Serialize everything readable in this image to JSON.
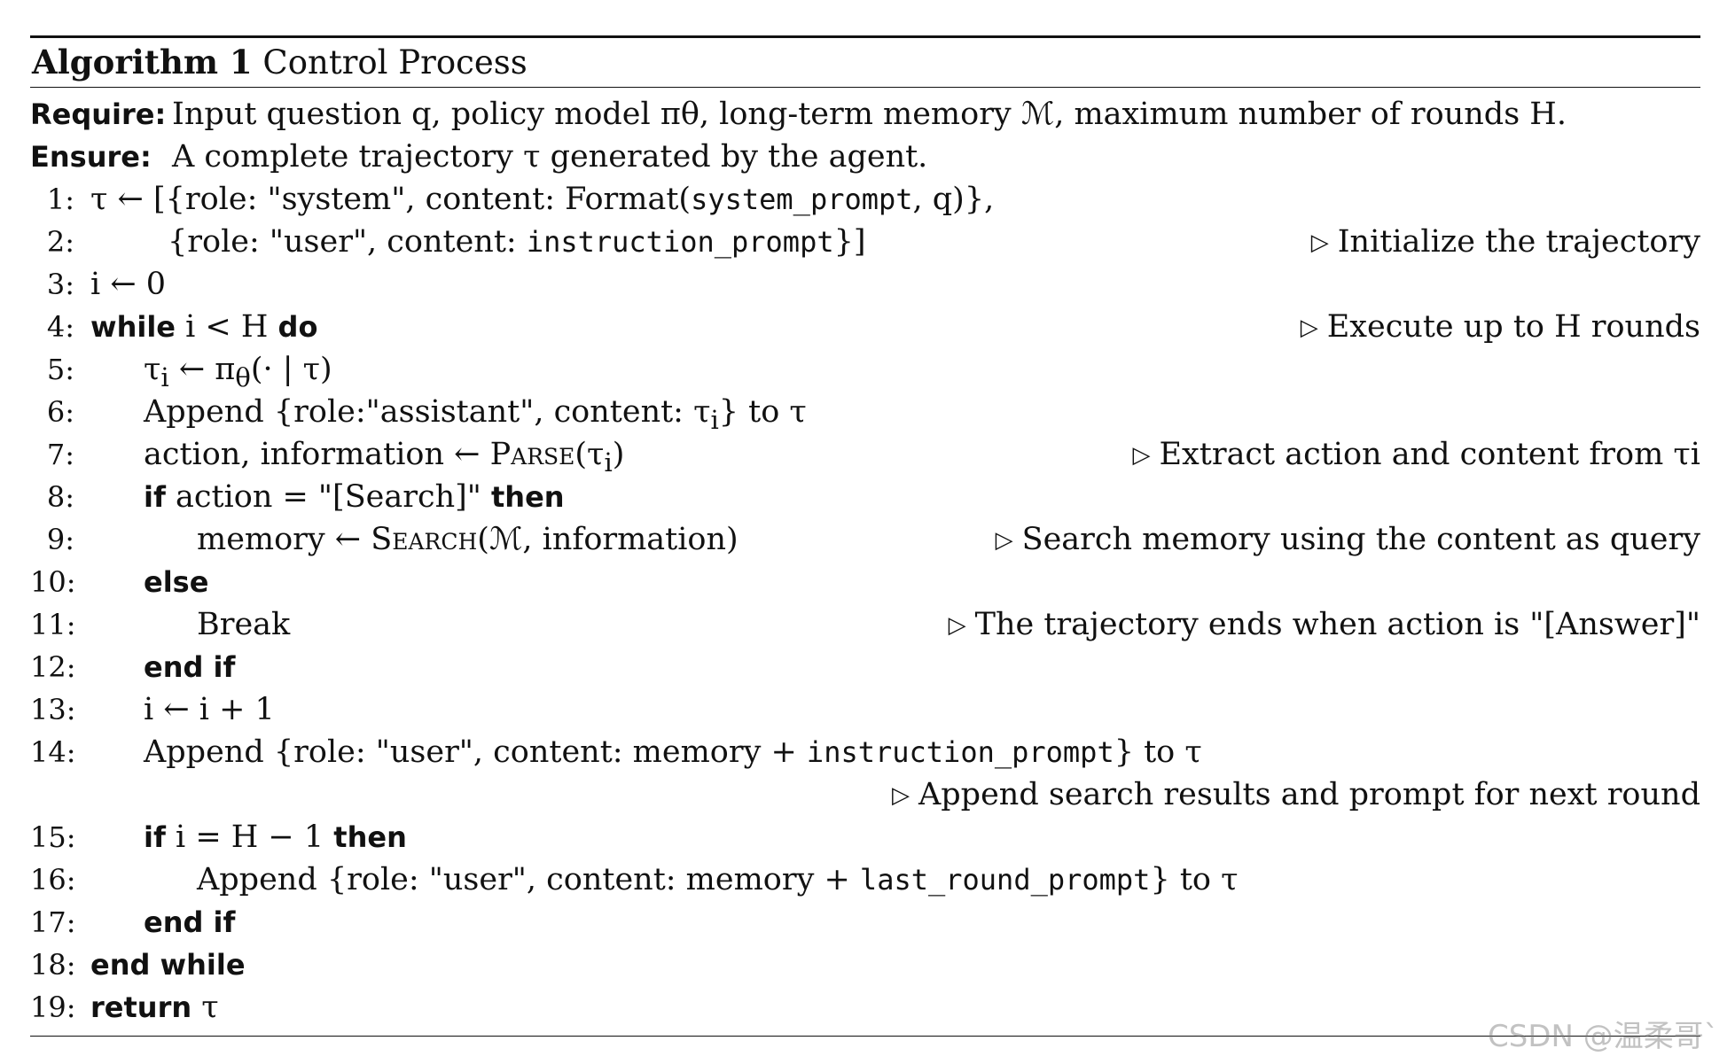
{
  "caption": {
    "label": "Algorithm 1",
    "title": "Control Process"
  },
  "require": {
    "keyword": "Require:",
    "text": "Input question q, policy model πθ, long-term memory ℳ, maximum number of rounds H."
  },
  "ensure": {
    "keyword": "Ensure:",
    "text": "A complete trajectory τ generated by the agent."
  },
  "lines": [
    {
      "num": "1:",
      "indent": 0,
      "html": "τ ← [{role: \"system\", content: Format(<span class=\"mono\">system_prompt</span>, q)},",
      "comment": ""
    },
    {
      "num": "2:",
      "indent": 1.45,
      "html": "{role: \"user\", content: <span class=\"mono\">instruction_prompt</span>}]",
      "comment": "Initialize the trajectory"
    },
    {
      "num": "3:",
      "indent": 0,
      "html": "i ← 0",
      "comment": ""
    },
    {
      "num": "4:",
      "indent": 0,
      "html": "<span class=\"kwb\">while</span> i &lt; H <span class=\"kwb\">do</span>",
      "comment": "Execute up to H rounds"
    },
    {
      "num": "5:",
      "indent": 1,
      "html": "τ<sub>i</sub> ← π<sub>θ</sub>(· | τ)",
      "comment": ""
    },
    {
      "num": "6:",
      "indent": 1,
      "html": "Append {role:\"assistant\", content: τ<sub>i</sub>} to τ",
      "comment": ""
    },
    {
      "num": "7:",
      "indent": 1,
      "html": "action, information ← <span class=\"sc\">Parse</span>(τ<sub>i</sub>)",
      "comment": "Extract action and content from τi"
    },
    {
      "num": "8:",
      "indent": 1,
      "html": "<span class=\"kwb\">if</span> action = \"[Search]\" <span class=\"kwb\">then</span>",
      "comment": ""
    },
    {
      "num": "9:",
      "indent": 2,
      "html": "memory ← <span class=\"sc\">Search</span>(ℳ, information)",
      "comment": "Search memory using the content as query"
    },
    {
      "num": "10:",
      "indent": 1,
      "html": "<span class=\"kwb\">else</span>",
      "comment": ""
    },
    {
      "num": "11:",
      "indent": 2,
      "html": "Break",
      "comment": "The trajectory ends when action is \"[Answer]\""
    },
    {
      "num": "12:",
      "indent": 1,
      "html": "<span class=\"kwb\">end if</span>",
      "comment": ""
    },
    {
      "num": "13:",
      "indent": 1,
      "html": "i ← i + 1",
      "comment": ""
    },
    {
      "num": "14:",
      "indent": 1,
      "html": "Append {role: \"user\", content: memory + <span class=\"mono\">instruction_prompt</span>} to τ",
      "comment": ""
    },
    {
      "num": "",
      "indent": 0,
      "html": "",
      "comment": "Append search results and prompt for next round"
    },
    {
      "num": "15:",
      "indent": 1,
      "html": "<span class=\"kwb\">if</span> i = H − 1 <span class=\"kwb\">then</span>",
      "comment": ""
    },
    {
      "num": "16:",
      "indent": 2,
      "html": "Append {role: \"user\", content: memory + <span class=\"mono\">last_round_prompt</span>} to τ",
      "comment": ""
    },
    {
      "num": "17:",
      "indent": 1,
      "html": "<span class=\"kwb\">end if</span>",
      "comment": ""
    },
    {
      "num": "18:",
      "indent": 0,
      "html": "<span class=\"kwb\">end while</span>",
      "comment": ""
    },
    {
      "num": "19:",
      "indent": 0,
      "html": "<span class=\"kwb\">return</span> τ",
      "comment": ""
    }
  ],
  "watermark": "CSDN @温柔哥`"
}
